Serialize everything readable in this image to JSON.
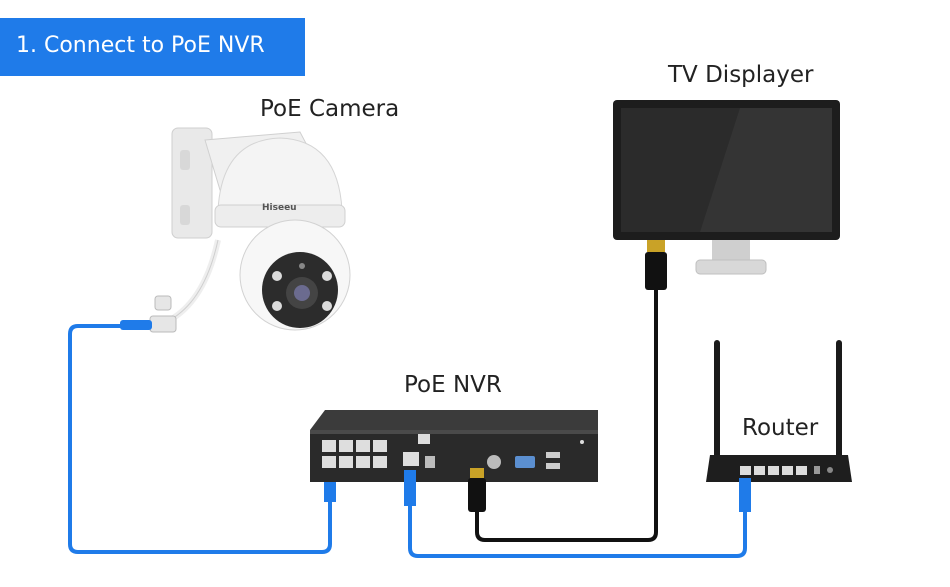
{
  "title": "1. Connect to PoE NVR",
  "devices": {
    "camera": "PoE Camera",
    "tv": "TV Displayer",
    "nvr": "PoE NVR",
    "router": "Router"
  },
  "camera_brand": "Hiseeu",
  "colors": {
    "banner": "#1f7be9",
    "ethernet_cable": "#1f7be9",
    "hdmi_cable": "#111111",
    "device_body": "#2b2b2b",
    "camera_body": "#f2f2f2"
  },
  "icons": [
    "camera-icon",
    "monitor-icon",
    "nvr-icon",
    "router-icon"
  ]
}
